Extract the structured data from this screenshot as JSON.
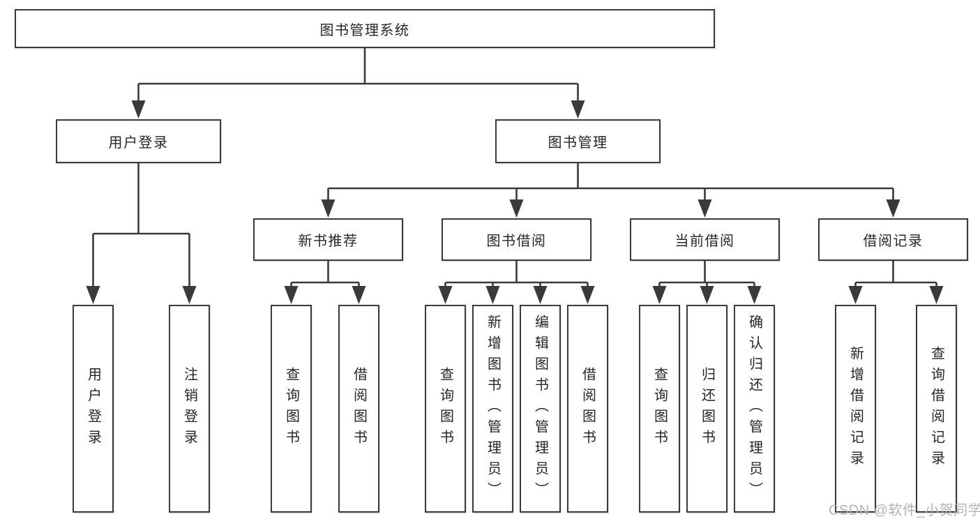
{
  "diagram": {
    "root": {
      "label": "图书管理系统"
    },
    "user_login": {
      "label": "用户登录",
      "children": [
        {
          "label": "用户登录"
        },
        {
          "label": "注销登录"
        }
      ]
    },
    "book_mgmt": {
      "label": "图书管理",
      "sections": [
        {
          "label": "新书推荐",
          "children": [
            {
              "label": "查询图书"
            },
            {
              "label": "借阅图书"
            }
          ]
        },
        {
          "label": "图书借阅",
          "children": [
            {
              "label": "查询图书"
            },
            {
              "label": "新增图书（管理员）"
            },
            {
              "label": "编辑图书（管理员）"
            },
            {
              "label": "借阅图书"
            }
          ]
        },
        {
          "label": "当前借阅",
          "children": [
            {
              "label": "查询图书"
            },
            {
              "label": "归还图书"
            },
            {
              "label": "确认归还（管理员）"
            }
          ]
        },
        {
          "label": "借阅记录",
          "children": [
            {
              "label": "新增借阅记录"
            },
            {
              "label": "查询借阅记录"
            }
          ]
        }
      ]
    }
  },
  "watermark": {
    "text": "CSDN @软件_小贺同学"
  },
  "colors": {
    "line": "#3a3a3a",
    "box_border": "#3a3a3a",
    "text": "#262626",
    "watermark": "#b4b4b8",
    "background": "#ffffff"
  }
}
